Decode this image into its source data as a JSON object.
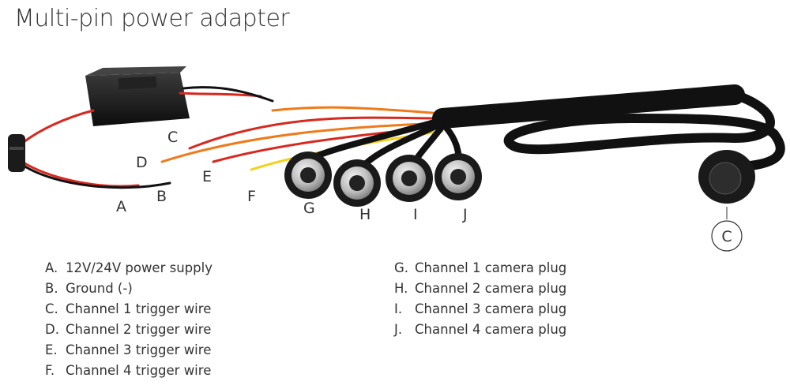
{
  "title": "Multi-pin power adapter",
  "diagram_labels": {
    "a": "A",
    "b": "B",
    "c": "C",
    "d": "D",
    "e": "E",
    "f": "F",
    "g": "G",
    "h": "H",
    "i": "I",
    "j": "J",
    "c_callout": "C"
  },
  "legend_left": [
    {
      "key": "A.",
      "text": "12V/24V power supply"
    },
    {
      "key": "B.",
      "text": "Ground (-)"
    },
    {
      "key": "C.",
      "text": "Channel 1 trigger wire"
    },
    {
      "key": "D.",
      "text": "Channel 2 trigger wire"
    },
    {
      "key": "E.",
      "text": "Channel 3 trigger wire"
    },
    {
      "key": "F.",
      "text": "Channel 4 trigger wire"
    }
  ],
  "legend_right": [
    {
      "key": "G.",
      "text": "Channel 1 camera plug"
    },
    {
      "key": "H.",
      "text": "Channel 2 camera plug"
    },
    {
      "key": "I.",
      "text": "Channel 3 camera plug"
    },
    {
      "key": "J.",
      "text": "Channel 4 camera plug"
    }
  ],
  "colors": {
    "cable": "#1a1a1a",
    "red_wire": "#d8281e",
    "orange_wire": "#f07a1a",
    "yellow_wire": "#f3d21c",
    "metal": "#c9c9c9"
  }
}
